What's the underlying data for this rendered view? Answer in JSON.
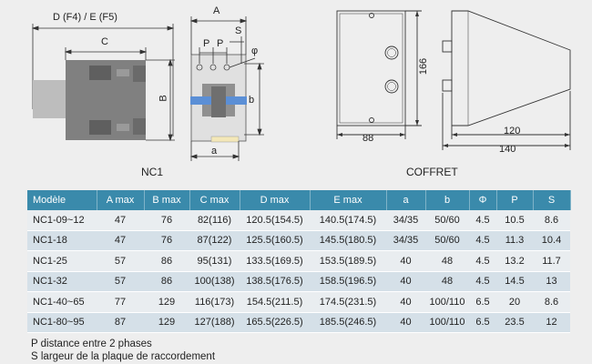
{
  "drawings": {
    "nc1_labels": {
      "df": "D (F4) / E (F5)",
      "c": "C",
      "b_upper": "B",
      "a_upper": "A",
      "s": "S",
      "p1": "P",
      "p2": "P",
      "phi": "φ",
      "b_lower": "b",
      "a_lower": "a"
    },
    "nc1_caption": "NC1",
    "coffret_labels": {
      "height": "166",
      "width": "88",
      "depth1": "120",
      "depth2": "140"
    },
    "coffret_caption": "COFFRET"
  },
  "table": {
    "headers": [
      "Modèle",
      "A max",
      "B max",
      "C max",
      "D max",
      "E max",
      "a",
      "b",
      "Φ",
      "P",
      "S"
    ],
    "rows": [
      [
        "NC1-09~12",
        "47",
        "76",
        "82(116)",
        "120.5(154.5)",
        "140.5(174.5)",
        "34/35",
        "50/60",
        "4.5",
        "10.5",
        "8.6"
      ],
      [
        "NC1-18",
        "47",
        "76",
        "87(122)",
        "125.5(160.5)",
        "145.5(180.5)",
        "34/35",
        "50/60",
        "4.5",
        "11.3",
        "10.4"
      ],
      [
        "NC1-25",
        "57",
        "86",
        "95(131)",
        "133.5(169.5)",
        "153.5(189.5)",
        "40",
        "48",
        "4.5",
        "13.2",
        "11.7"
      ],
      [
        "NC1-32",
        "57",
        "86",
        "100(138)",
        "138.5(176.5)",
        "158.5(196.5)",
        "40",
        "48",
        "4.5",
        "14.5",
        "13"
      ],
      [
        "NC1-40~65",
        "77",
        "129",
        "116(173)",
        "154.5(211.5)",
        "174.5(231.5)",
        "40",
        "100/110",
        "6.5",
        "20",
        "8.6"
      ],
      [
        "NC1-80~95",
        "87",
        "129",
        "127(188)",
        "165.5(226.5)",
        "185.5(246.5)",
        "40",
        "100/110",
        "6.5",
        "23.5",
        "12"
      ]
    ]
  },
  "notes": {
    "line1": "P distance entre 2 phases",
    "line2": "S largeur de la plaque de raccordement"
  },
  "colors": {
    "header_bg": "#3a8aab",
    "row_odd": "#e9edf0",
    "row_even": "#d5e0e8",
    "contactor_gray": "#808080",
    "blue_bar": "#5b8fd6"
  }
}
